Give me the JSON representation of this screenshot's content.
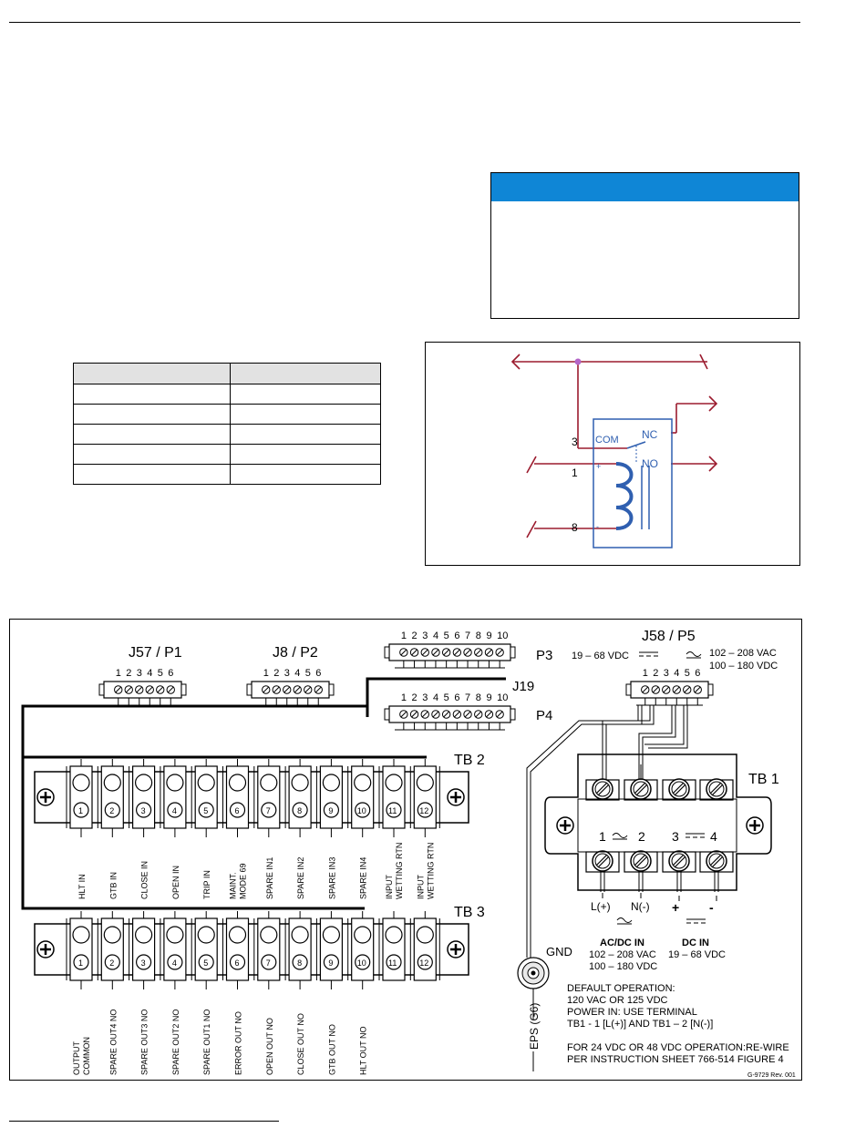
{
  "relay": {
    "pins": [
      "3",
      "1",
      "8"
    ],
    "com_label": "COM",
    "nc_label": "NC",
    "no_label": "NO",
    "plus": "+",
    "minus": "-"
  },
  "wiring": {
    "connectors": {
      "j57": "J57 / P1",
      "j8": "J8 / P2",
      "j58": "J58 / P5",
      "p3": "P3",
      "p4": "P4",
      "j19": "J19"
    },
    "pins6": [
      "1",
      "2",
      "3",
      "4",
      "5",
      "6"
    ],
    "pins10": [
      "1",
      "2",
      "3",
      "4",
      "5",
      "6",
      "7",
      "8",
      "9",
      "10"
    ],
    "pins12": [
      "1",
      "2",
      "3",
      "4",
      "5",
      "6",
      "7",
      "8",
      "9",
      "10",
      "11",
      "12"
    ],
    "dc_range_top": "19 – 68 VDC",
    "ac_range_top_1": "102 – 208 VAC",
    "ac_range_top_2": "100 – 180 VDC",
    "tb2": {
      "label": "TB 2",
      "signals": [
        [
          "HLT IN"
        ],
        [
          "GTB IN"
        ],
        [
          "CLOSE IN"
        ],
        [
          "OPEN IN"
        ],
        [
          "TRIP IN"
        ],
        [
          "MAINT.",
          "MODE 69"
        ],
        [
          "SPARE IN1"
        ],
        [
          "SPARE IN2"
        ],
        [
          "SPARE IN3"
        ],
        [
          "SPARE IN4"
        ],
        [
          "INPUT",
          "WETTING RTN"
        ],
        [
          "INPUT",
          "WETTING RTN"
        ]
      ]
    },
    "tb3": {
      "label": "TB 3",
      "signals": [
        [
          "OUTPUT",
          "COMMON"
        ],
        [
          "SPARE OUT4 NO"
        ],
        [
          "SPARE OUT3 NO"
        ],
        [
          "SPARE OUT2 NO"
        ],
        [
          "SPARE OUT1 NO"
        ],
        [
          "ERROR OUT NO"
        ],
        [
          "OPEN OUT NO"
        ],
        [
          "CLOSE OUT NO"
        ],
        [
          "GTB OUT NO"
        ],
        [
          "HLT OUT NO"
        ]
      ]
    },
    "tb1": {
      "label": "TB 1",
      "top_row_1": "1",
      "top_row_2": "2",
      "top_row_3": "3",
      "top_row_4": "4",
      "lplus": "L(+)",
      "nminus": "N(-)",
      "plus": "+",
      "minus": "-",
      "acdc_title": "AC/DC IN",
      "acdc_line1": "102 – 208 VAC",
      "acdc_line2": "100 – 180 VDC",
      "dc_title": "DC IN",
      "dc_line1": "19 – 68 VDC"
    },
    "gnd": "GND",
    "eps": "EPS (G6)",
    "notes": [
      "DEFAULT OPERATION:",
      "120 VAC OR 125 VDC",
      "POWER IN: USE TERMINAL",
      "TB1 - 1 [L(+)] AND TB1 – 2 [N(-)]",
      "",
      "FOR 24 VDC OR 48 VDC OPERATION:RE-WIRE",
      "PER INSTRUCTION SHEET 766-514 FIGURE 4"
    ],
    "figure_id": "G-9729 Rev. 001"
  },
  "colors": {
    "callout_header": "#0f86d6",
    "relay_wire": "#9b1b2e",
    "relay_coil": "#2f5fb0",
    "junction": "#b466c8"
  }
}
